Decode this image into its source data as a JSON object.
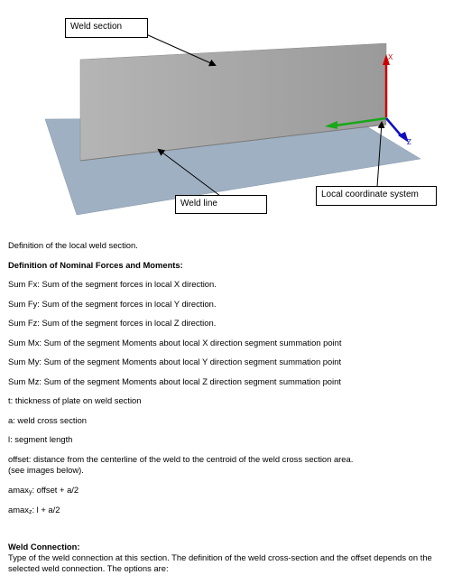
{
  "figure": {
    "labels": {
      "weld_section": "Weld section",
      "weld_line": "Weld line",
      "local_cs": "Local coordinate system"
    },
    "axes": {
      "x": "X",
      "z": "Z"
    },
    "colors": {
      "plate": "#9fb0c2",
      "section": "#a6a6a6",
      "x_axis": "#cc0000",
      "y_axis": "#18a818",
      "z_axis": "#1010c0"
    }
  },
  "text": {
    "intro": "Definition of the local weld section.",
    "heading_forces": "Definition of Nominal Forces and Moments:",
    "fx": "Sum Fx: Sum of the segment forces in local X direction.",
    "fy": "Sum Fy: Sum of the segment forces in local Y direction.",
    "fz": "Sum Fz: Sum of the segment forces in local Z direction.",
    "mx": "Sum Mx: Sum of the segment Moments about local X direction segment summation point",
    "my": "Sum My: Sum of the segment Moments about local Y direction segment summation point",
    "mz": "Sum Mz: Sum of the segment Moments about local Z direction segment summation point",
    "t": "t: thickness of plate on weld section",
    "a": "a: weld cross section",
    "l": "l: segment length",
    "offset_1": "offset: distance from the centerline of the weld to the centroid of the weld cross section area.",
    "offset_2": " (see images below).",
    "amaxy_prefix": "amax",
    "amaxy_sub": "y",
    "amaxy_rest": ": offset + a/2",
    "amaxz_prefix": "amax",
    "amaxz_sub": "z",
    "amaxz_rest": ": l + a/2",
    "heading_weld": "Weld Connection:",
    "weld_desc": "Type of the weld connection at this section. The definition of the weld cross-section and the offset depends on the selected weld connection. The options are:"
  }
}
